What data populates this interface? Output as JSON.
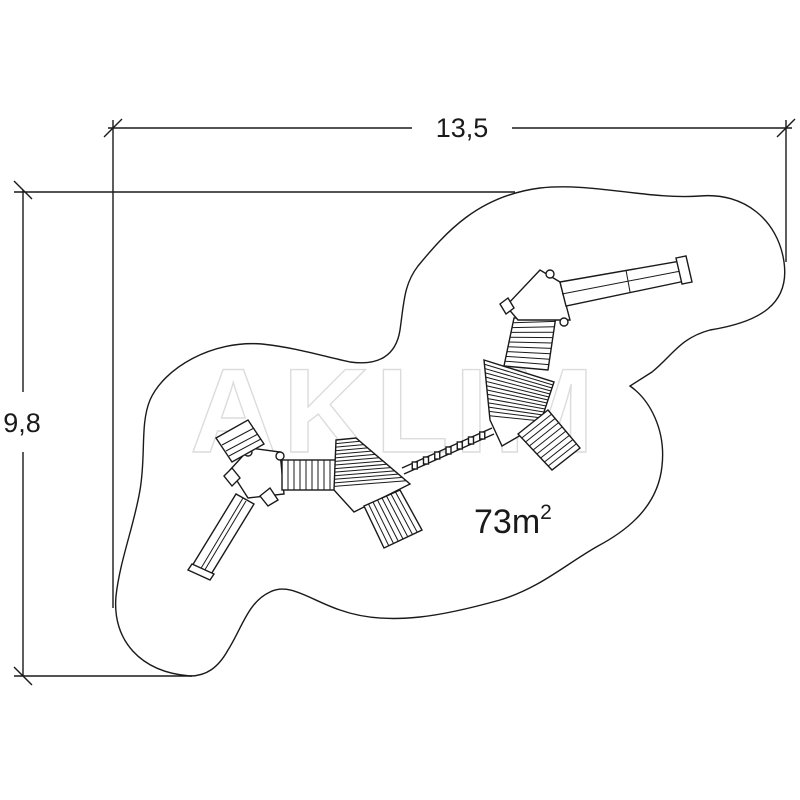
{
  "plan": {
    "width_dimension": "13,5",
    "height_dimension": "9,8",
    "area_value": "73m",
    "area_superscript": "2",
    "watermark": "AKLIM"
  },
  "colors": {
    "line": "#1a1a1a",
    "watermark_stroke": "#dcdcdc",
    "background": "#ffffff"
  }
}
